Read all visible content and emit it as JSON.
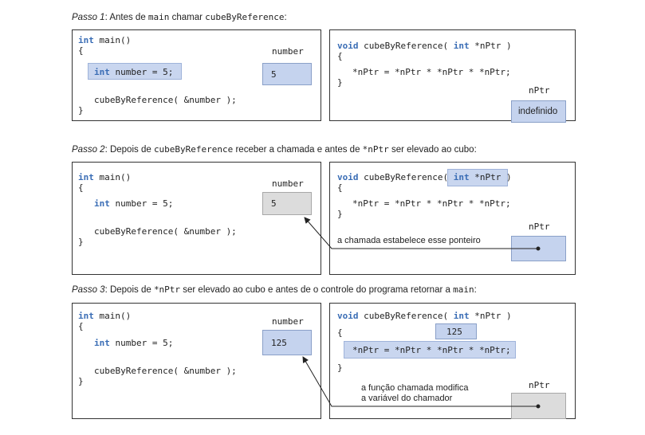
{
  "step1": {
    "caption_label": "Passo 1",
    "caption_parts": [
      ": Antes de ",
      "main",
      " chamar ",
      "cubeByReference",
      ":"
    ],
    "main_line1": "int main()",
    "main_line2": "{",
    "main_line3": "int number = 5;",
    "main_line4": "cubeByReference( &number );",
    "main_line5": "}",
    "number_label": "number",
    "number_value": "5",
    "func_line1": "void cubeByReference( int *nPtr )",
    "func_line2": "{",
    "func_line3": "*nPtr = *nPtr * *nPtr * *nPtr;",
    "func_line4": "}",
    "nptr_label": "nPtr",
    "nptr_value": "indefinido"
  },
  "step2": {
    "caption_label": "Passo 2",
    "caption_parts": [
      ": Depois de ",
      "cubeByReference",
      " receber a chamada e antes de ",
      "*nPtr",
      " ser elevado ao cubo:"
    ],
    "main_line1": "int main()",
    "main_line2": "{",
    "main_line3": "int number = 5;",
    "main_line4": "cubeByReference( &number );",
    "main_line5": "}",
    "number_label": "number",
    "number_value": "5",
    "func_line1": "void cubeByReference( int *nPtr )",
    "func_line2": "{",
    "func_line3": "*nPtr = *nPtr * *nPtr * *nPtr;",
    "func_line4": "}",
    "nptr_label": "nPtr",
    "note": "a chamada estabelece esse ponteiro"
  },
  "step3": {
    "caption_label": "Passo 3",
    "caption_parts": [
      ": Depois de ",
      "*nPtr",
      " ser elevado ao cubo e antes de o controle do programa retornar a ",
      "main",
      ":"
    ],
    "main_line1": "int main()",
    "main_line2": "{",
    "main_line3": "int number = 5;",
    "main_line4": "cubeByReference( &number );",
    "main_line5": "}",
    "number_label": "number",
    "number_value": "125",
    "func_line1": "void cubeByReference( int *nPtr )",
    "func_line2": "{",
    "func_line3": "*nPtr = *nPtr * *nPtr * *nPtr;",
    "func_line4": "}",
    "result_value": "125",
    "nptr_label": "nPtr",
    "note_line1": "a função chamada modifica",
    "note_line2": "a variável do chamador"
  },
  "colors": {
    "keyword": "#3a6db5",
    "highlight": "#c9d6ef",
    "blue_box": "#c5d3ee",
    "gray_box": "#dcdcdc"
  }
}
